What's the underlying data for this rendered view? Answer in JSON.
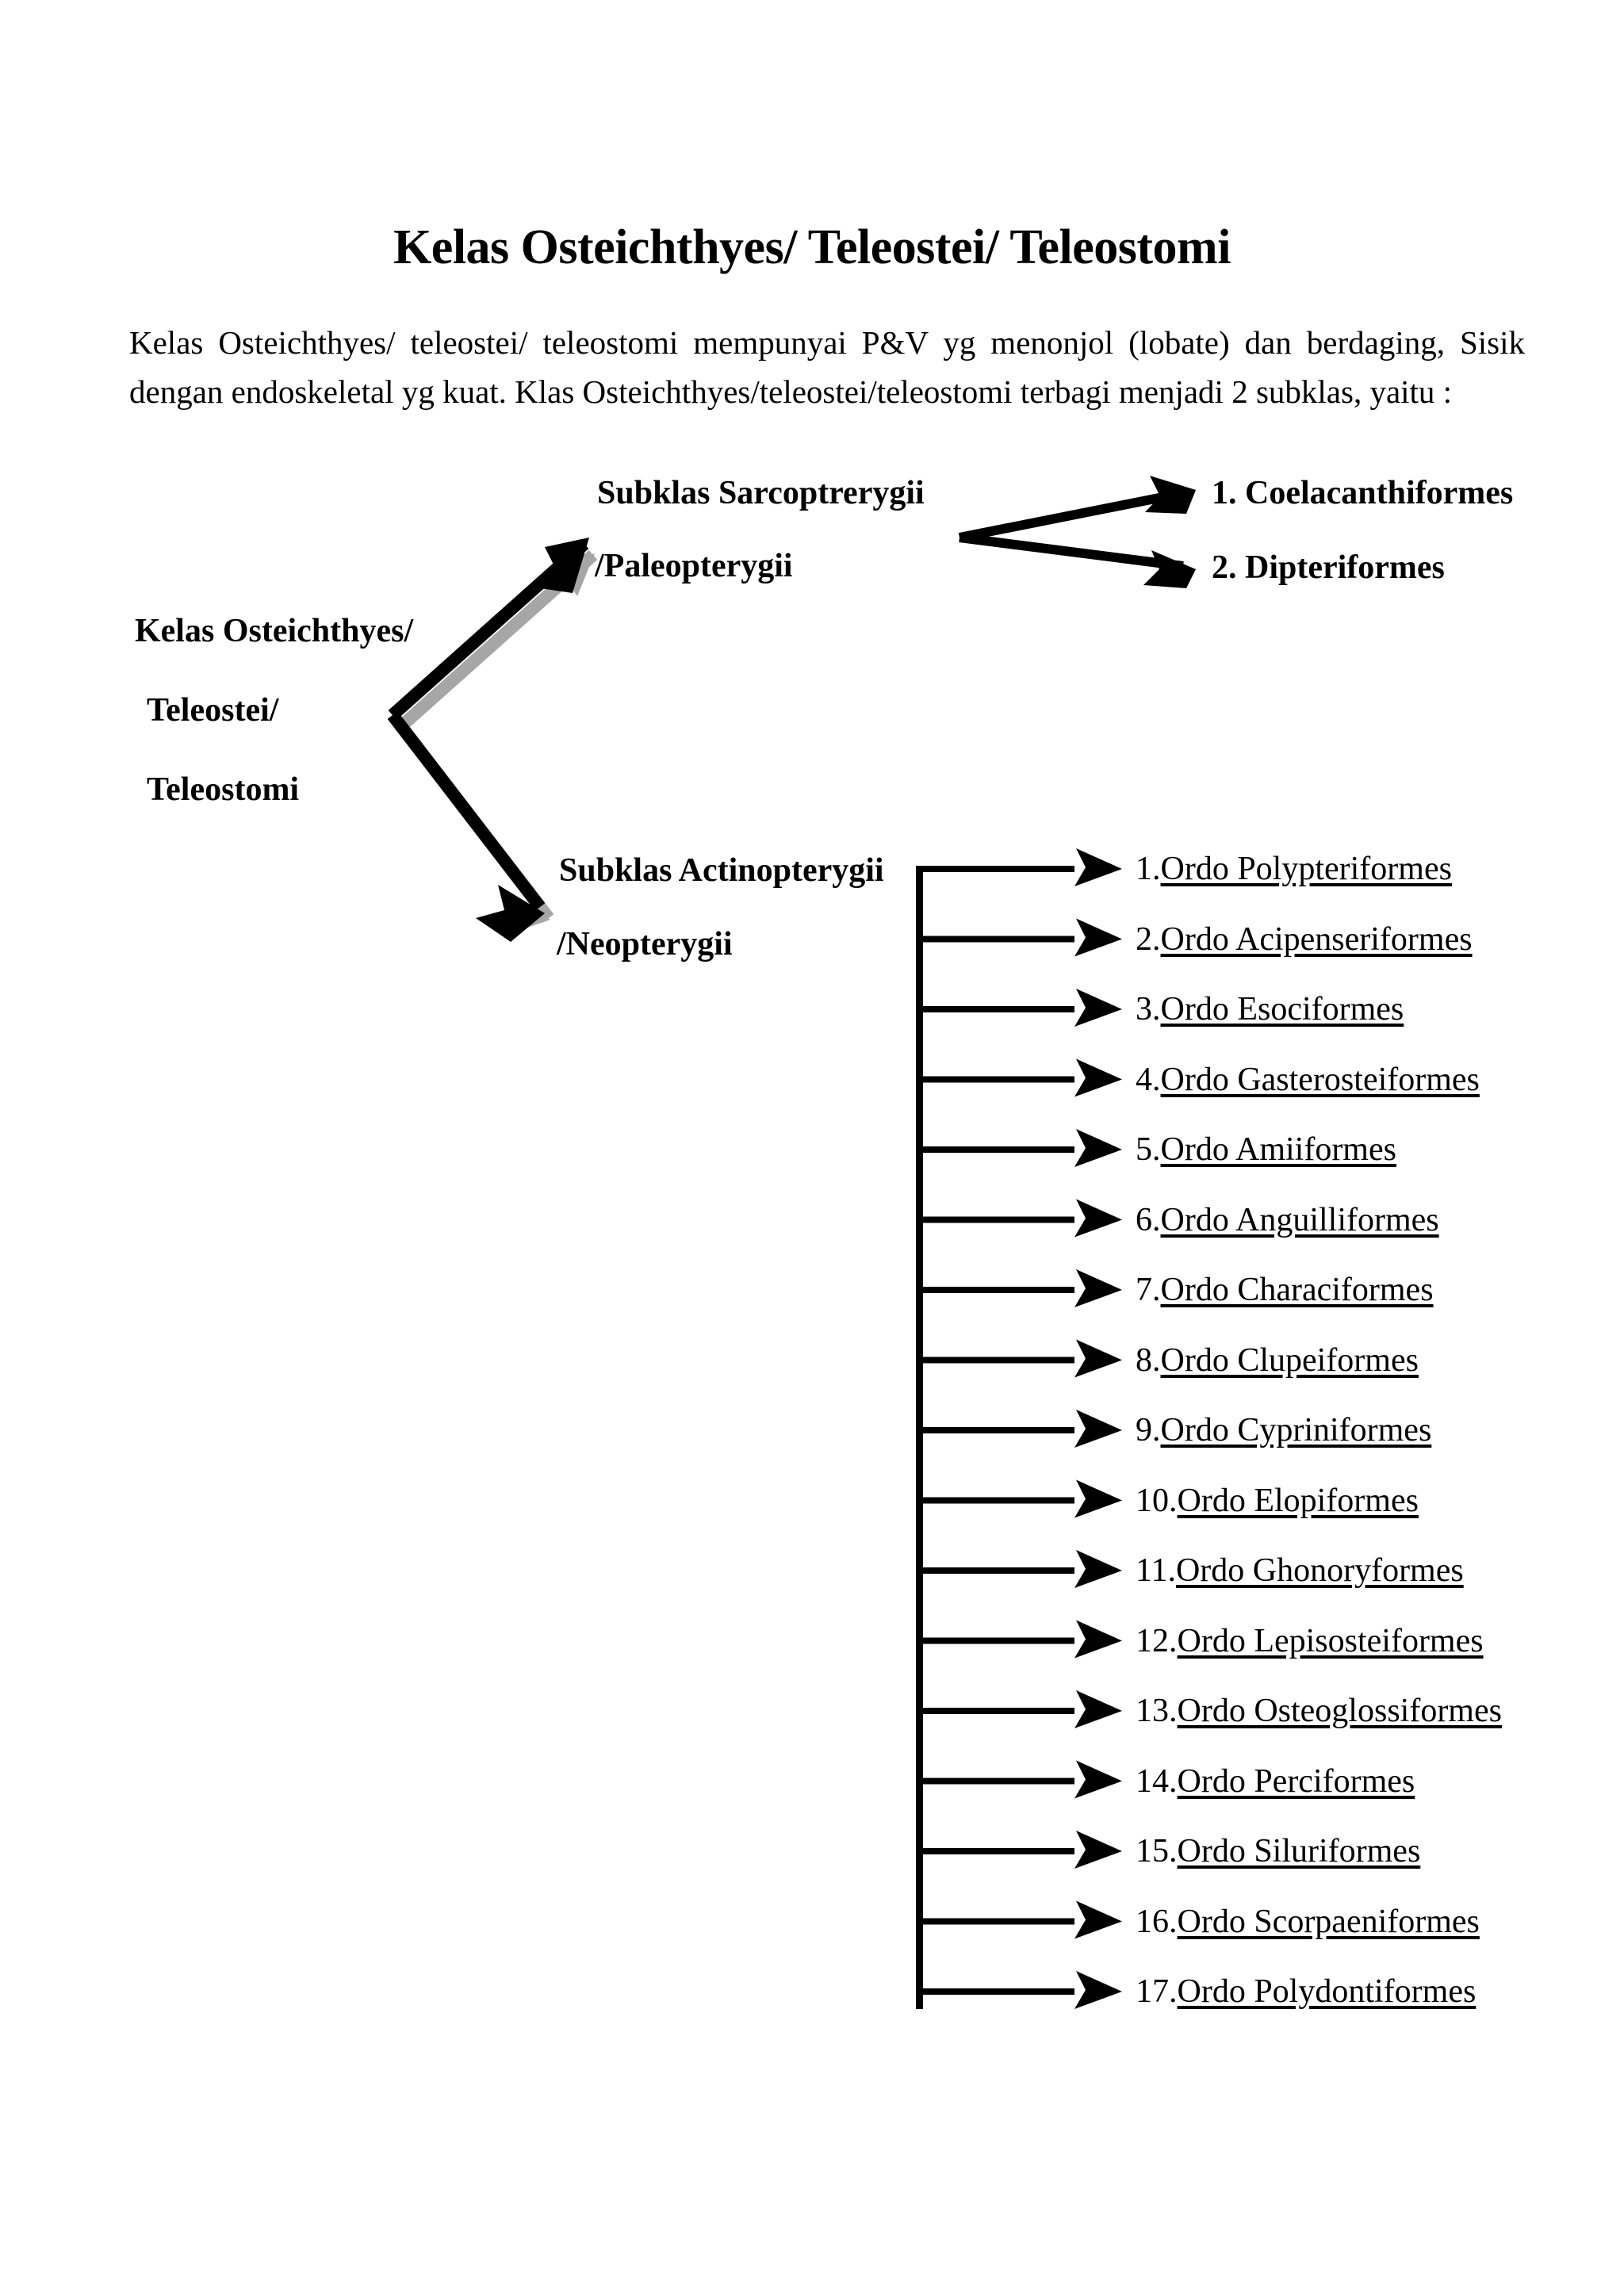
{
  "document": {
    "title": "Kelas Osteichthyes/ Teleostei/ Teleostomi",
    "intro": "Kelas Osteichthyes/ teleostei/ teleostomi mempunyai P&V yg menonjol (lobate) dan  berdaging, Sisik dengan endoskeletal yg  kuat. Klas Osteichthyes/teleostei/teleostomi terbagi menjadi 2 subklas, yaitu :"
  },
  "diagram": {
    "root": {
      "line1": "Kelas Osteichthyes/",
      "line2": "Teleostei/",
      "line3": "Teleostomi"
    },
    "subklas_sarcopterygii": {
      "line1": "Subklas  Sarcoptrerygii",
      "line2": "/Paleopterygii",
      "orders": [
        "1. Coelacanthiformes",
        "2. Dipteriformes"
      ]
    },
    "subklas_actinopterygii": {
      "line1": "Subklas  Actinopterygii",
      "line2": "/Neopterygii",
      "orders": [
        {
          "num": "1.",
          "name": "Ordo Polypteriformes"
        },
        {
          "num": "2.",
          "name": "Ordo Acipenseriformes"
        },
        {
          "num": "3.",
          "name": "Ordo Esociformes"
        },
        {
          "num": "4.",
          "name": "Ordo Gasterosteiformes"
        },
        {
          "num": "5.",
          "name": "Ordo Amiiformes"
        },
        {
          "num": "6.",
          "name": "Ordo Anguilliformes"
        },
        {
          "num": "7.",
          "name": "Ordo Characiformes"
        },
        {
          "num": "8.",
          "name": "Ordo Clupeiformes"
        },
        {
          "num": "9.",
          "name": "Ordo Cypriniformes"
        },
        {
          "num": "10.",
          "name": "Ordo Elopiformes"
        },
        {
          "num": "11.",
          "name": "Ordo Ghonoryformes"
        },
        {
          "num": "12.",
          "name": "Ordo Lepisosteiformes"
        },
        {
          "num": "13.",
          "name": "Ordo Osteoglossiformes"
        },
        {
          "num": "14.",
          "name": "Ordo Perciformes"
        },
        {
          "num": "15.",
          "name": "Ordo Siluriformes"
        },
        {
          "num": "16.",
          "name": "Ordo Scorpaeniformes"
        },
        {
          "num": "17.",
          "name": "Ordo Polydontiformes"
        }
      ]
    }
  },
  "colors": {
    "ink": "#000000",
    "page": "#ffffff",
    "shadow": "#a6a6a6"
  }
}
